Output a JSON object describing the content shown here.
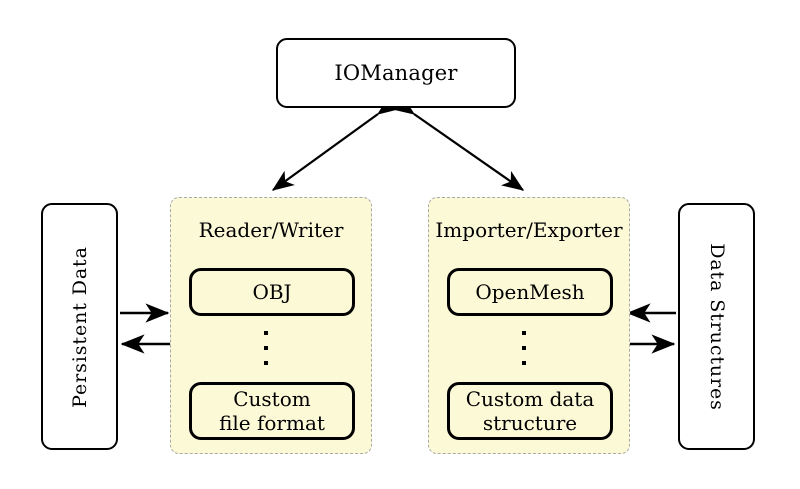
{
  "diagram": {
    "title_node": {
      "label": "IOManager"
    },
    "left_external": {
      "label": "Persistent Data"
    },
    "right_external": {
      "label": "Data Structures"
    },
    "panels": [
      {
        "id": "reader-writer",
        "title": "Reader/Writer",
        "items": [
          {
            "id": "obj",
            "label": "OBJ"
          },
          {
            "id": "custom-file-format",
            "label": "Custom\nfile format"
          }
        ],
        "ellipsis": "⋮"
      },
      {
        "id": "importer-exporter",
        "title": "Importer/Exporter",
        "items": [
          {
            "id": "openmesh",
            "label": "OpenMesh"
          },
          {
            "id": "custom-data-structure",
            "label": "Custom data\nstructure"
          }
        ],
        "ellipsis": "⋮"
      }
    ],
    "connections": [
      {
        "id": "manager-to-reader-writer",
        "kind": "double-arrow"
      },
      {
        "id": "manager-to-importer-exporter",
        "kind": "double-arrow"
      },
      {
        "id": "persistent-data-to-reader-writer",
        "kind": "arrow-right"
      },
      {
        "id": "reader-writer-to-persistent-data",
        "kind": "arrow-left"
      },
      {
        "id": "data-structures-to-importer-exporter",
        "kind": "arrow-left"
      },
      {
        "id": "importer-exporter-to-data-structures",
        "kind": "arrow-right"
      }
    ],
    "colors": {
      "panel_fill": "#fcf9d7",
      "panel_border": "#a9a9a9",
      "node_border": "#000000",
      "background": "#ffffff",
      "text": "#000000"
    }
  }
}
